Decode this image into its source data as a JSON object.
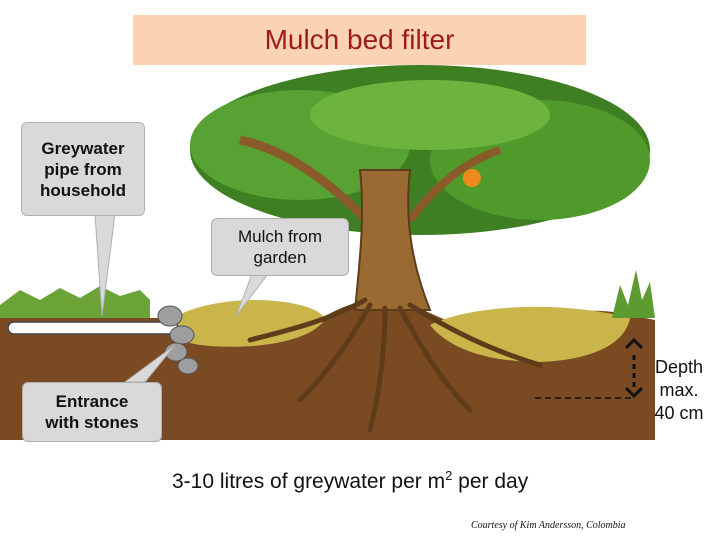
{
  "title": "Mulch bed filter",
  "callouts": {
    "pipe": "Greywater\npipe from\nhousehold",
    "mulch": "Mulch from\ngarden",
    "entrance": "Entrance\nwith stones"
  },
  "depth_label": "Depth\nmax.\n40 cm",
  "bottom_text": {
    "prefix": "3-10 litres of greywater per m",
    "superscript": "2",
    "suffix": " per day"
  },
  "credit": "Courtesy of Kim Andersson, Colombia",
  "colors": {
    "title_bg": "#f9d3b4",
    "title_text": "#9b1c1c",
    "soil": "#7a4a22",
    "mulch": "#c9b54a",
    "leaves": "#4f9a2a",
    "trunk": "#9a6a33"
  }
}
